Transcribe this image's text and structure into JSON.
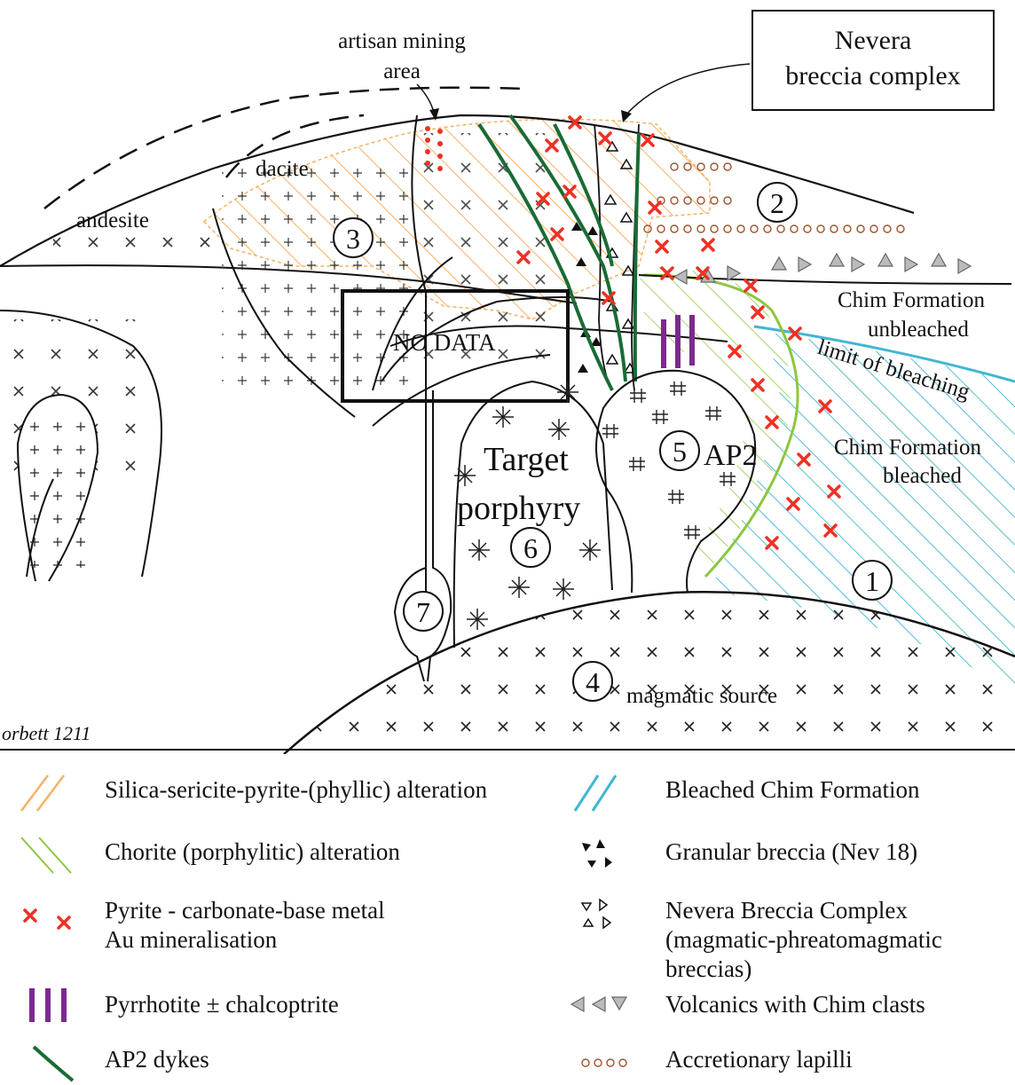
{
  "title_box": {
    "line1": "Nevera",
    "line2": "breccia complex"
  },
  "labels": {
    "artisan_line1": "artisan mining",
    "artisan_line2": "area",
    "dacite": "dacite",
    "andesite": "andesite",
    "no_data": "NO DATA",
    "chim_unbleached_1": "Chim Formation",
    "chim_unbleached_2": "unbleached",
    "limit_of_bleaching": "limit of bleaching",
    "chim_bleached_1": "Chim Formation",
    "chim_bleached_2": "bleached",
    "target_1": "Target",
    "target_2": "porphyry",
    "ap2": "AP2",
    "magmatic_source": "magmatic source",
    "credit": "orbett 1211"
  },
  "numbers": [
    "1",
    "2",
    "3",
    "4",
    "5",
    "6",
    "7"
  ],
  "legend": {
    "left": [
      {
        "symbol": "phyllic-hatch-icon",
        "text": "Silica-sericite-pyrite-(phyllic) alteration"
      },
      {
        "symbol": "chlorite-hatch-icon",
        "text": "Chorite (porphylitic) alteration"
      },
      {
        "symbol": "red-cross-icon",
        "text": "Pyrite - carbonate-base metal\n Au mineralisation"
      },
      {
        "symbol": "purple-bars-icon",
        "text": "Pyrrhotite ± chalcoptrite"
      },
      {
        "symbol": "green-dyke-icon",
        "text": "AP2 dykes"
      }
    ],
    "right": [
      {
        "symbol": "blue-hatch-icon",
        "text": "Bleached Chim Formation"
      },
      {
        "symbol": "black-triangles-icon",
        "text": "Granular breccia (Nev 18)"
      },
      {
        "symbol": "open-triangles-icon",
        "text": "Nevera Breccia Complex\n(magmatic-phreatomagmatic\nbreccias)"
      },
      {
        "symbol": "grey-triangles-icon",
        "text": "Volcanics with Chim clasts"
      },
      {
        "symbol": "lapilli-icon",
        "text": "Accretionary lapilli"
      }
    ]
  },
  "colors": {
    "phyllic": "#f5b265",
    "chlorite": "#8cc63f",
    "bleached": "#41b6d2",
    "pyrite": "#ee3124",
    "pyrrhotite": "#7b2a8e",
    "dyke": "#1a6b35",
    "lapilli": "#a0522d",
    "grey_clast": "#888888"
  }
}
